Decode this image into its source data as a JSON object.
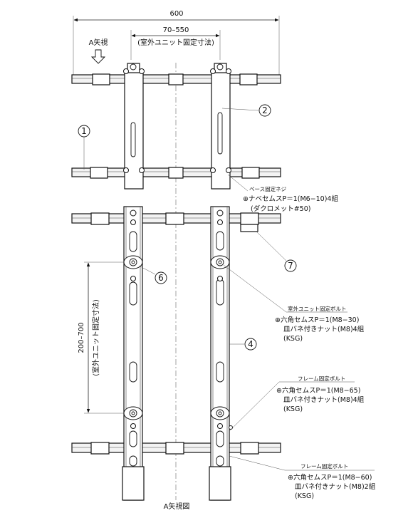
{
  "dimensions": {
    "overall_width": "600",
    "unit_fixing_range": "70–550",
    "unit_fixing_range_caption": "(室外ユニット固定寸法)",
    "vertical_range": "200–700",
    "vertical_range_caption": "(室外ユニット固定寸法)"
  },
  "view": {
    "arrow_label": "A矢視",
    "bottom_caption": "A矢視図"
  },
  "parts": {
    "p1": "1",
    "p2": "2",
    "p4": "4",
    "p6": "6",
    "p7": "7"
  },
  "notes": {
    "base": {
      "heading": "ベース固定ネジ",
      "line1": "⊕ナベセムスP＝1(M6−10)4組",
      "line2": "(ダクロメット#50)"
    },
    "unit_bolt": {
      "heading": "室外ユニット固定ボルト",
      "line1": "⊕六角セムスP＝1(M8−30)",
      "line2": "皿バネ付きナット(M8)4組",
      "line3": "(KSG)"
    },
    "frame_bolt_1": {
      "heading": "フレーム固定ボルト",
      "line1": "⊕六角セムスP＝1(M8−65)",
      "line2": "皿バネ付きナット(M8)4組",
      "line3": "(KSG)"
    },
    "frame_bolt_2": {
      "heading": "フレーム固定ボルト",
      "line1": "⊕六角セムスP＝1(M8−60)",
      "line2": "皿バネ付きナット(M8)2組",
      "line3": "(KSG)"
    }
  }
}
